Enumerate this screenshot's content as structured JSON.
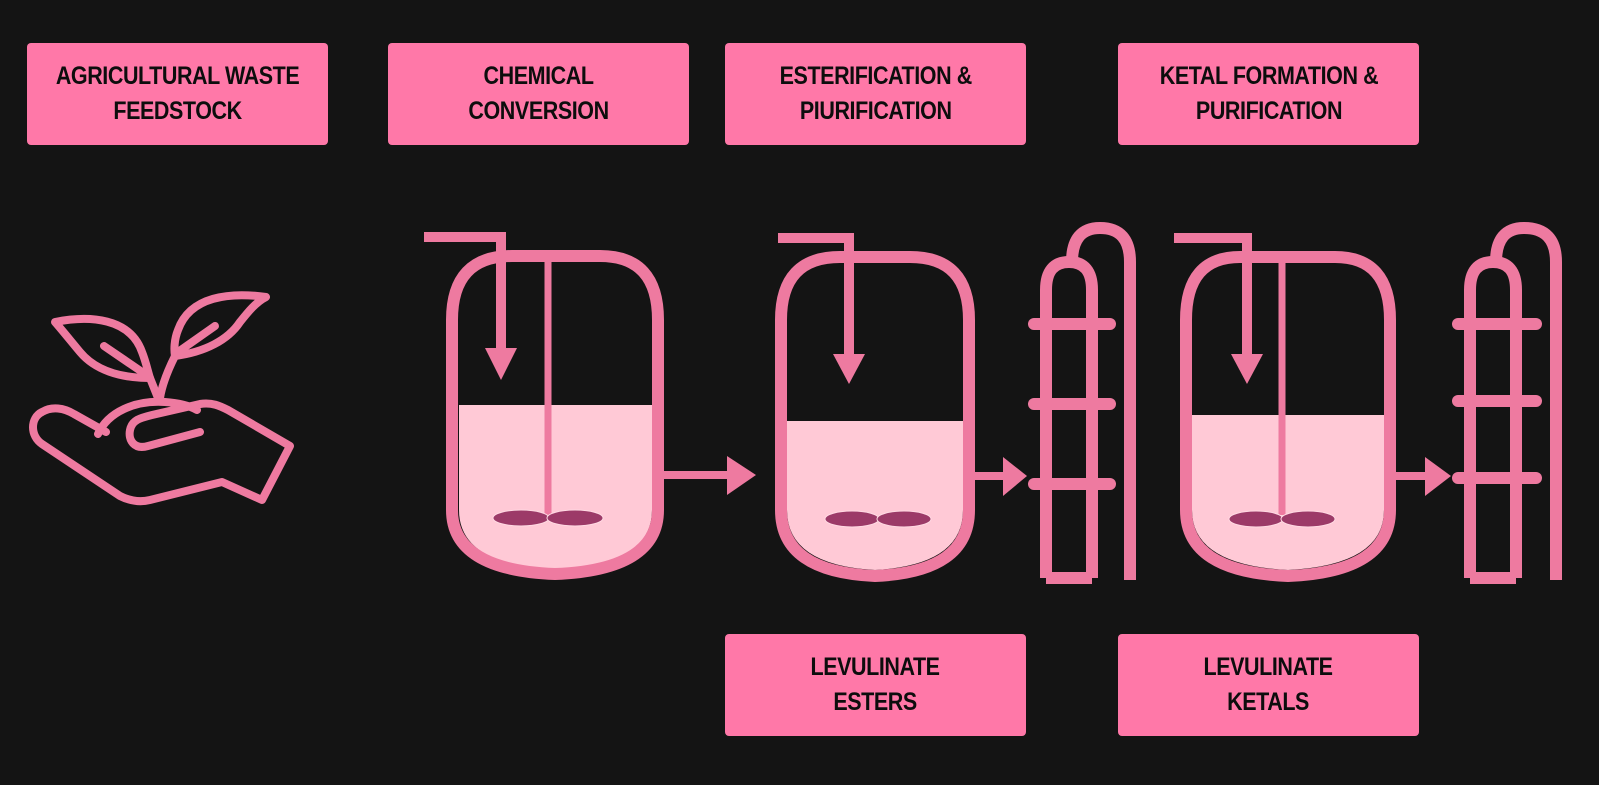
{
  "diagram": {
    "title": "Levulinate production process from agricultural waste",
    "colors": {
      "background": "#141414",
      "label_fill": "#ff78a8",
      "line": "#ee7aa0",
      "liquid": "#ffc9d6",
      "impeller": "#9c3a68",
      "text": "#0d0d0d"
    },
    "stages": [
      {
        "id": "feedstock",
        "lines": [
          "AGRICULTURAL WASTE",
          "FEEDSTOCK"
        ],
        "icon": "hand-with-sprout-icon"
      },
      {
        "id": "chemical",
        "lines": [
          "CHEMICAL",
          "CONVERSION"
        ],
        "icon": "stirred-reactor-icon"
      },
      {
        "id": "esterification",
        "lines": [
          "ESTERIFICATION &",
          "PIURIFICATION"
        ],
        "icon": "reactor-and-distillation-column-icon"
      },
      {
        "id": "ketal",
        "lines": [
          "KETAL FORMATION &",
          "PURIFICATION"
        ],
        "icon": "reactor-and-distillation-column-icon"
      }
    ],
    "products": [
      {
        "id": "esters",
        "lines": [
          "LEVULINATE",
          "ESTERS"
        ]
      },
      {
        "id": "ketals",
        "lines": [
          "LEVULINATE",
          "KETALS"
        ]
      }
    ],
    "edges": [
      {
        "from": "chemical",
        "to": "esterification"
      },
      {
        "from": "esterification-reactor",
        "to": "esterification-column"
      },
      {
        "from": "ketal-reactor",
        "to": "ketal-column"
      }
    ]
  }
}
